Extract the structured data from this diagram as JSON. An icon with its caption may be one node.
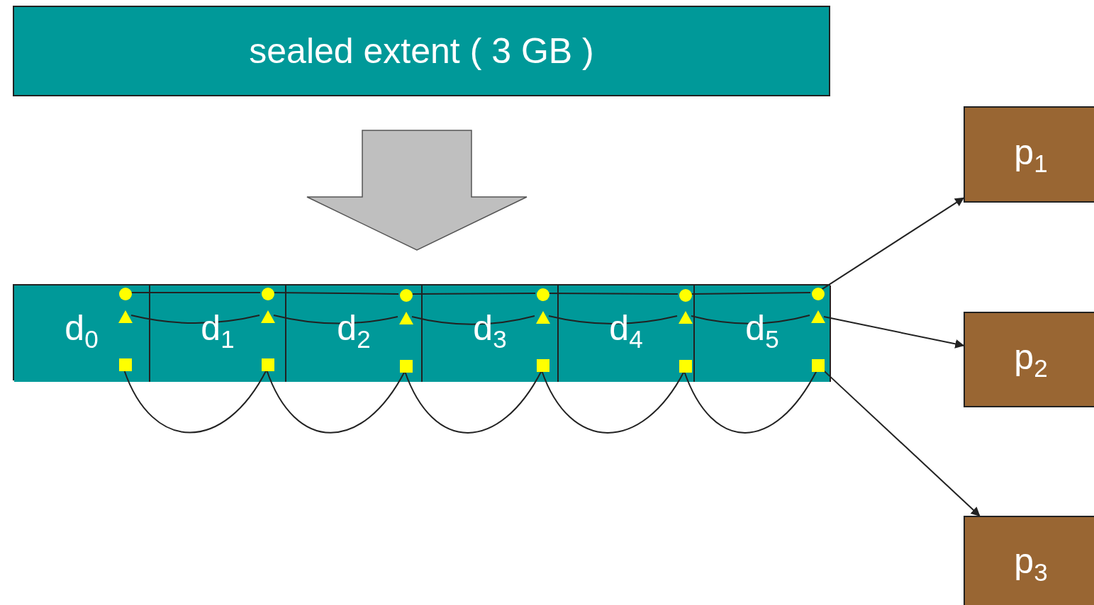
{
  "diagram": {
    "nodes": [
      {
        "text": [
          "sealed extent ( 3 GB )"
        ]
      },
      {
        "text": [],
        "shape": "bar"
      },
      {
        "text": [
          "d$_{0}$"
        ],
        "in": 1
      },
      {
        "text": [
          "d$_{1}$"
        ],
        "in": 1
      },
      {
        "text": [
          "d$_{2}$"
        ],
        "in": 1
      },
      {
        "text": [
          "d$_{3}$"
        ],
        "in": 1
      },
      {
        "text": [
          "d$_{4}$"
        ],
        "in": 1
      },
      {
        "text": [
          "d$_{5}$"
        ],
        "in": 1
      },
      {
        "text": [],
        "shape": "circle",
        "in": 2
      },
      {
        "text": [],
        "shape": "circle",
        "in": 3
      },
      {
        "text": [],
        "shape": "circle",
        "in": 4
      },
      {
        "text": [],
        "shape": "circle",
        "in": 5
      },
      {
        "text": [],
        "shape": "circle",
        "in": 6
      },
      {
        "text": [],
        "shape": "circle",
        "in": 7
      },
      {
        "text": [],
        "shape": "triangle",
        "in": 2
      },
      {
        "text": [],
        "shape": "triangle",
        "in": 3
      },
      {
        "text": [],
        "shape": "triangle",
        "in": 4
      },
      {
        "text": [],
        "shape": "triangle",
        "in": 5
      },
      {
        "text": [],
        "shape": "triangle",
        "in": 6
      },
      {
        "text": [],
        "shape": "triangle",
        "in": 7
      },
      {
        "text": [],
        "shape": "box",
        "in": 2
      },
      {
        "text": [],
        "shape": "box",
        "in": 3
      },
      {
        "text": [],
        "shape": "box",
        "in": 4
      },
      {
        "text": [],
        "shape": "box",
        "in": 5
      },
      {
        "text": [],
        "shape": "box",
        "in": 6
      },
      {
        "text": [],
        "shape": "box",
        "in": 7
      },
      {
        "text": [
          "p$_{1}$"
        ]
      },
      {
        "text": [
          "p$_{2}$"
        ]
      },
      {
        "text": [
          "p$_{3}$"
        ]
      }
    ],
    "edges": [
      {
        "from": 0,
        "to": 1,
        "arrow": "to",
        "style": "thick",
        "color": "#bfbfbf"
      },
      {
        "from": 8,
        "to": 9,
        "arrow": "none"
      },
      {
        "from": 9,
        "to": 10,
        "arrow": "none"
      },
      {
        "from": 10,
        "to": 11,
        "arrow": "none"
      },
      {
        "from": 11,
        "to": 12,
        "arrow": "none"
      },
      {
        "from": 12,
        "to": 13,
        "arrow": "none"
      },
      {
        "from": 13,
        "to": 26,
        "arrow": "to"
      },
      {
        "from": 14,
        "to": 15,
        "arrow": "none"
      },
      {
        "from": 15,
        "to": 16,
        "arrow": "none"
      },
      {
        "from": 16,
        "to": 17,
        "arrow": "none"
      },
      {
        "from": 17,
        "to": 18,
        "arrow": "none"
      },
      {
        "from": 18,
        "to": 19,
        "arrow": "none"
      },
      {
        "from": 19,
        "to": 27,
        "arrow": "to"
      },
      {
        "from": 20,
        "to": 21,
        "arrow": "none"
      },
      {
        "from": 21,
        "to": 22,
        "arrow": "none"
      },
      {
        "from": 22,
        "to": 23,
        "arrow": "none"
      },
      {
        "from": 23,
        "to": 24,
        "arrow": "none"
      },
      {
        "from": 24,
        "to": 25,
        "arrow": "none"
      },
      {
        "from": 25,
        "to": 28,
        "arrow": "to"
      }
    ]
  }
}
